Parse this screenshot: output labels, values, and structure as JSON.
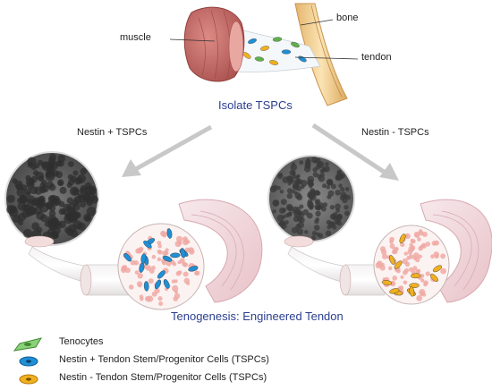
{
  "labels": {
    "muscle": "muscle",
    "bone": "bone",
    "tendon": "tendon",
    "isolate": "Isolate TSPCs",
    "nestin_pos": "Nestin + TSPCs",
    "nestin_neg": "Nestin - TSPCs",
    "tenogenesis": "Tenogenesis: Engineered Tendon"
  },
  "legend": [
    {
      "icon": "tenocyte-icon",
      "label": "Tenocytes",
      "color": "#5fb04a"
    },
    {
      "icon": "blue-cell-icon",
      "label": "Nestin + Tendon Stem/Progenitor Cells (TSPCs)",
      "color": "#1f8fd6"
    },
    {
      "icon": "yellow-cell-icon",
      "label": "Nestin - Tendon Stem/Progenitor Cells (TSPCs)",
      "color": "#f0b020"
    }
  ],
  "colors": {
    "title_blue": "#2b3f8f",
    "muscle": "#c9706c",
    "bone": "#f0cc8a",
    "arrow": "#c8c8c8"
  }
}
